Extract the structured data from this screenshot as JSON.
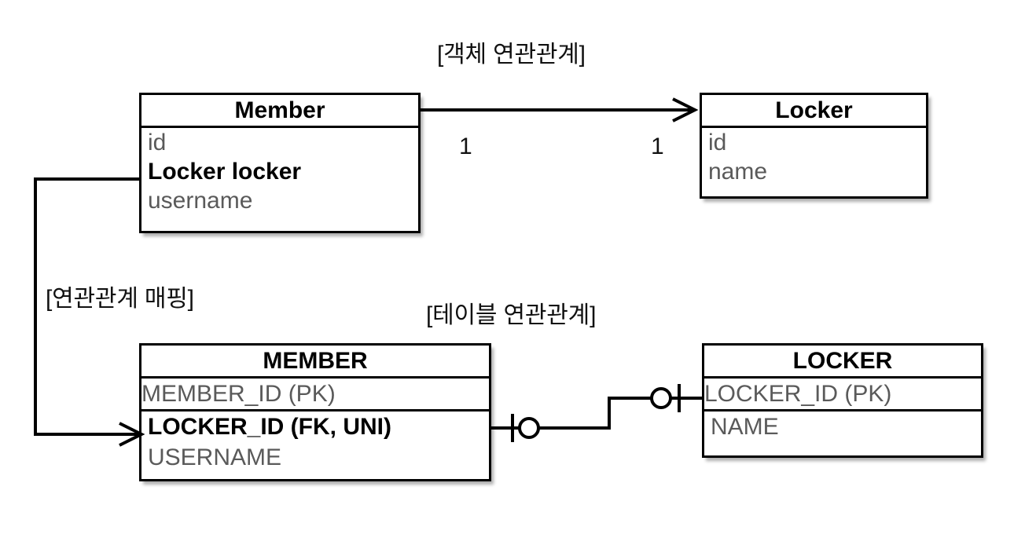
{
  "diagram": {
    "title_object_model": "[객체 연관관계]",
    "title_mapping": "[연관관계 매핑]",
    "title_table_model": "[테이블 연관관계]"
  },
  "object_model": {
    "member": {
      "name": "Member",
      "fields": [
        {
          "text": "id",
          "bold": false
        },
        {
          "text": "Locker locker",
          "bold": true
        },
        {
          "text": "username",
          "bold": false
        }
      ]
    },
    "locker": {
      "name": "Locker",
      "fields": [
        {
          "text": "id",
          "bold": false
        },
        {
          "text": "name",
          "bold": false
        }
      ]
    },
    "association": {
      "source_multiplicity": "1",
      "target_multiplicity": "1",
      "arrow": "open-arrow-icon",
      "direction": "Member -> Locker"
    }
  },
  "table_model": {
    "member_table": {
      "name": "MEMBER",
      "columns": [
        {
          "text": "MEMBER_ID (PK)",
          "bold": false,
          "divider": true
        },
        {
          "text": "LOCKER_ID (FK, UNI)",
          "bold": true,
          "divider": false
        },
        {
          "text": "USERNAME",
          "bold": false,
          "divider": false
        }
      ]
    },
    "locker_table": {
      "name": "LOCKER",
      "columns": [
        {
          "text": "LOCKER_ID (PK)",
          "bold": false,
          "divider": true
        },
        {
          "text": "NAME",
          "bold": false,
          "divider": false
        }
      ]
    },
    "relationship": {
      "left_notation": "one-and-only-one-optional",
      "right_notation": "one-and-only-one-optional",
      "style": "stepped-crowsfoot-line"
    }
  },
  "colors": {
    "stroke": "#000000",
    "field_text": "#5a5a5a",
    "background": "#ffffff"
  }
}
